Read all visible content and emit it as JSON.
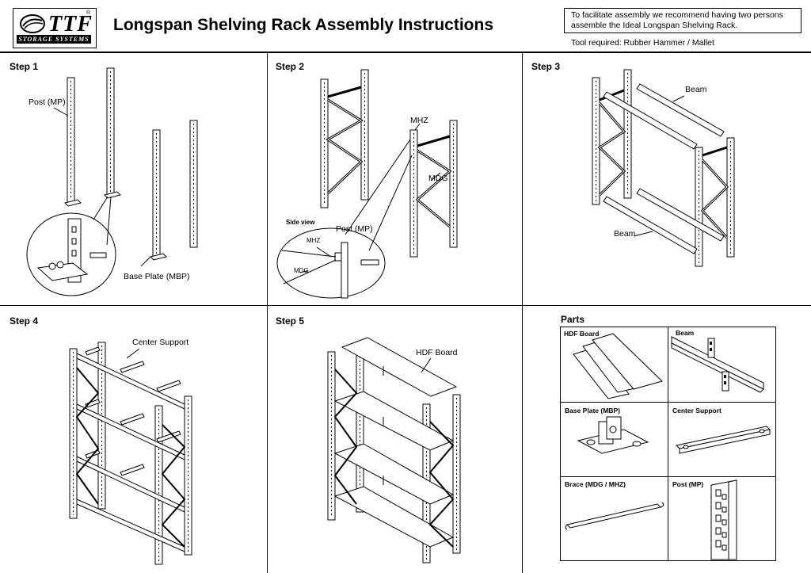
{
  "header": {
    "logo_text": "TTF",
    "logo_mark": "®",
    "logo_subtitle": "STORAGE SYSTEMS",
    "title": "Longspan Shelving Rack Assembly Instructions",
    "note_line1": "To facilitate assembly we recommend having two persons",
    "note_line2": "assemble the Ideal Longspan Shelving Rack.",
    "tool_required": "Tool required: Rubber Hammer / Mallet"
  },
  "steps": {
    "step1": {
      "title": "Step 1",
      "label_post": "Post (MP)",
      "label_base": "Base Plate (MBP)"
    },
    "step2": {
      "title": "Step 2",
      "label_mhz": "MHZ",
      "label_mdg": "MDG",
      "side_view": "Side view",
      "sv_post": "Post (MP)",
      "sv_mhz": "MHZ",
      "sv_mdg": "MDG"
    },
    "step3": {
      "title": "Step 3",
      "label_beam_top": "Beam",
      "label_beam_bottom": "Beam"
    },
    "step4": {
      "title": "Step 4",
      "label_center": "Center Support"
    },
    "step5": {
      "title": "Step 5",
      "label_board": "HDF Board"
    }
  },
  "parts": {
    "title": "Parts",
    "items": [
      {
        "label": "HDF Board"
      },
      {
        "label": "Beam"
      },
      {
        "label": "Base Plate (MBP)"
      },
      {
        "label": "Center Support"
      },
      {
        "label": "Brace (MDG / MHZ)"
      },
      {
        "label": "Post (MP)"
      }
    ]
  }
}
